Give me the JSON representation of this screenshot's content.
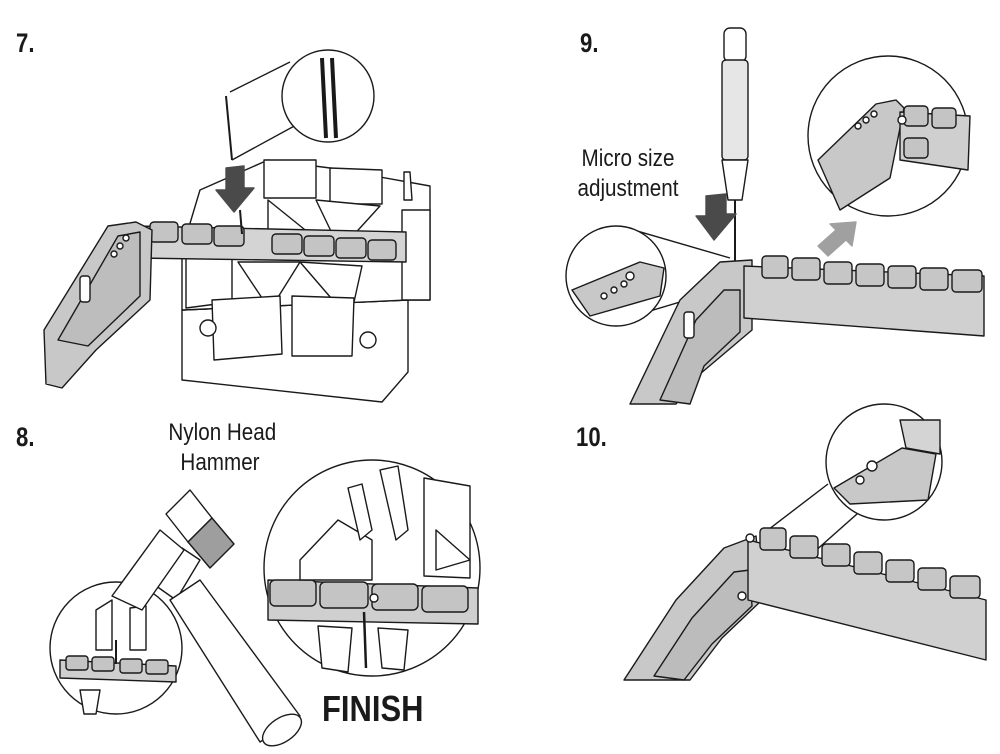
{
  "steps": {
    "s7": "7.",
    "s8": "8.",
    "s9": "9.",
    "s10": "10."
  },
  "captions": {
    "hammer_line1": "Nylon Head",
    "hammer_line2": "Hammer",
    "micro_line1": "Micro size",
    "micro_line2": "adjustment",
    "finish": "FINISH"
  },
  "colors": {
    "ink": "#1a1a1a",
    "metal": "#c9c9c9",
    "metal_dark": "#a8a8a8",
    "arrow_dark": "#4a4a4a",
    "arrow_light": "#a0a0a0",
    "paper": "#ffffff"
  },
  "icons": [
    "pin-punch-tool",
    "nylon-head-hammer",
    "screwdriver",
    "press-arrow-icon",
    "direction-arrow-icon"
  ]
}
